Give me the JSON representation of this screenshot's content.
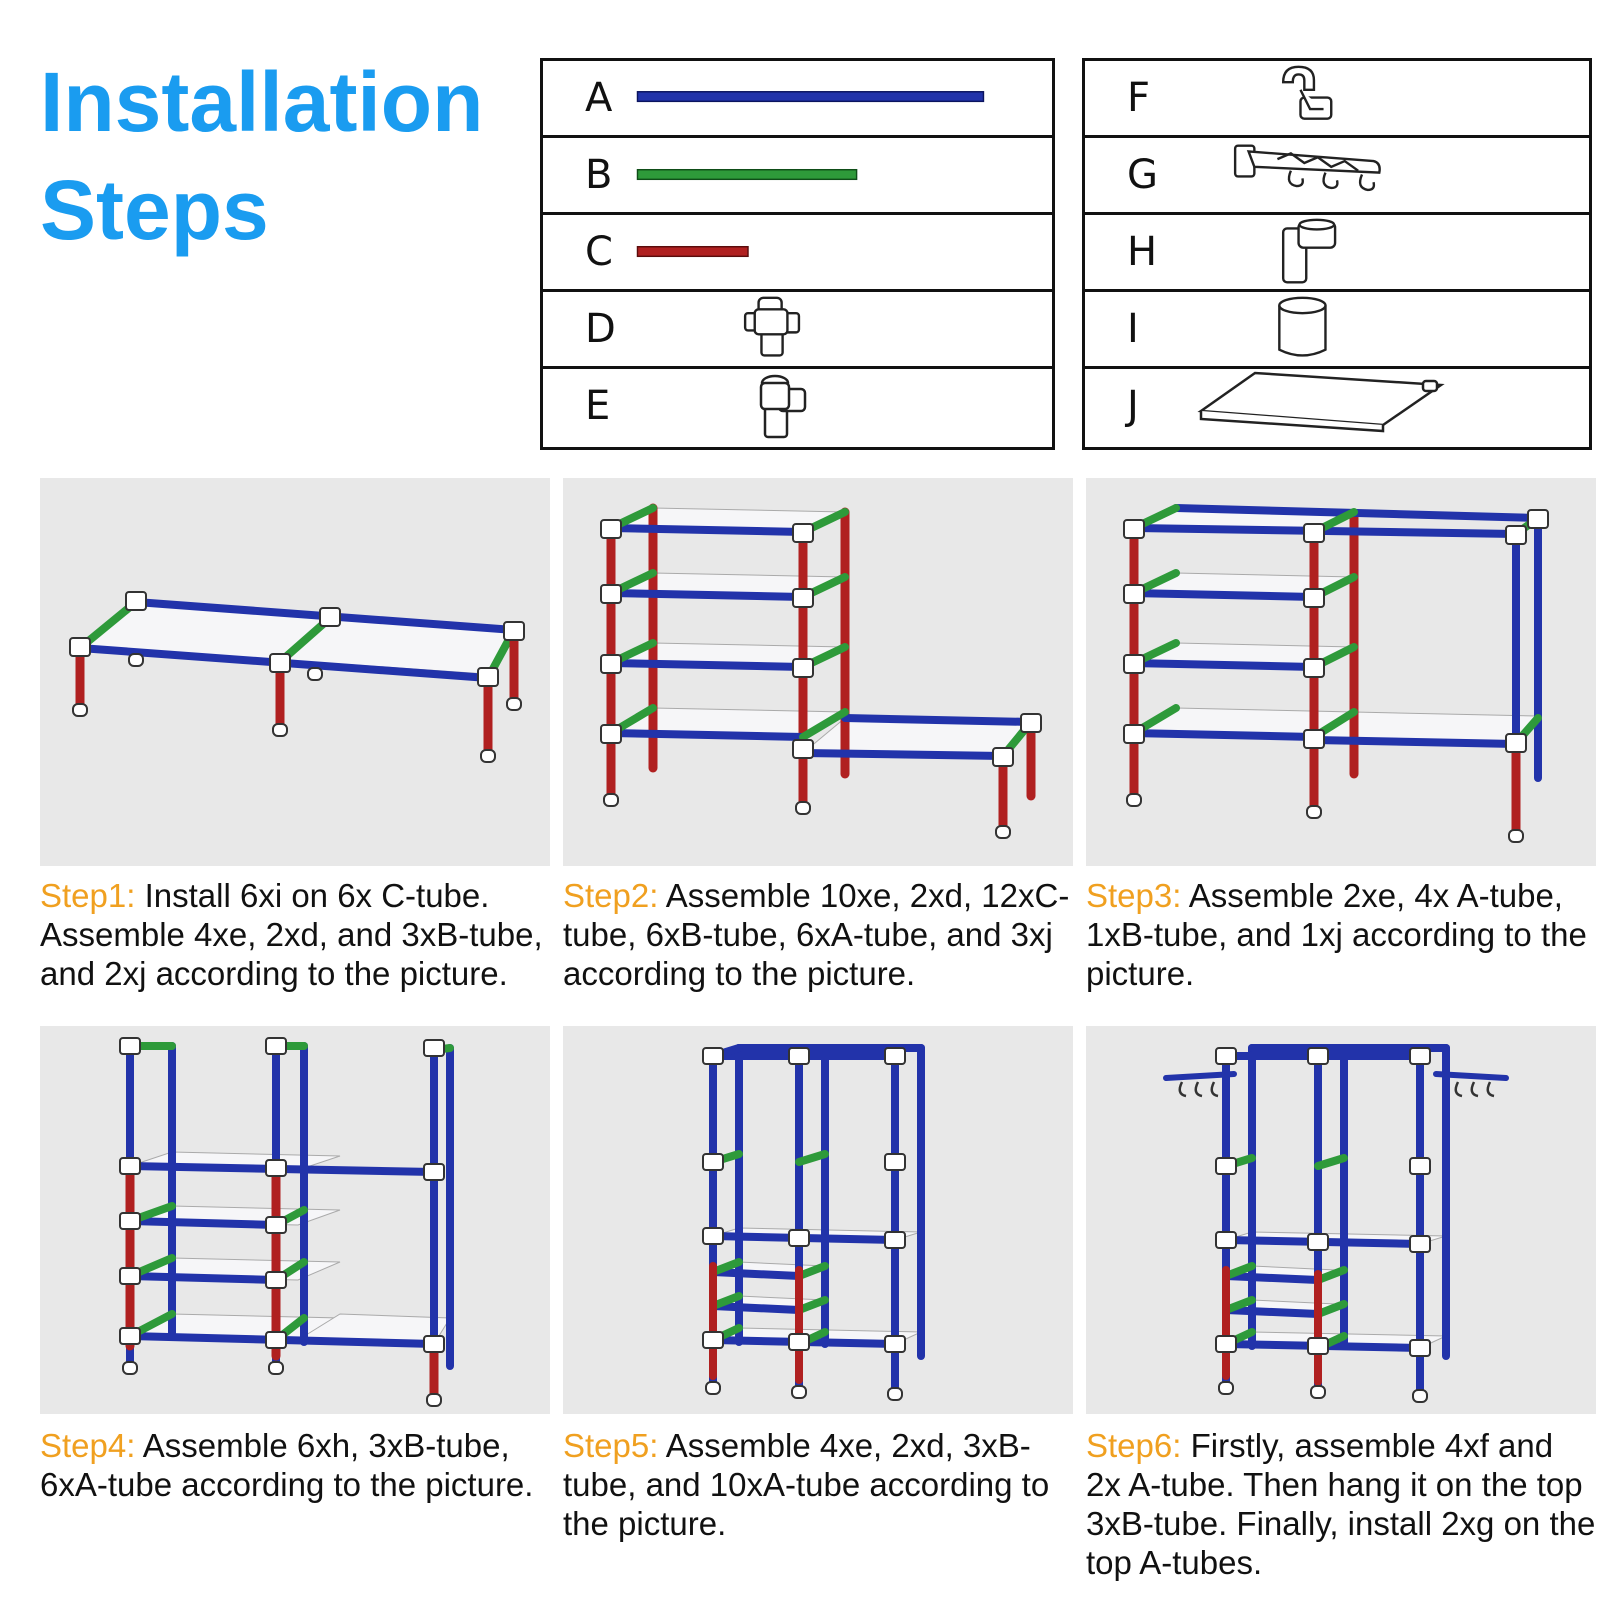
{
  "title": {
    "line1": "Installation",
    "line2": "Steps"
  },
  "colors": {
    "title": "#1a9cf0",
    "step_label": "#f0a020",
    "tube_a": "#2233aa",
    "tube_b": "#2e9a3a",
    "tube_c": "#b02020"
  },
  "parts_left": [
    {
      "letter": "A",
      "icon": "tube-a-icon"
    },
    {
      "letter": "B",
      "icon": "tube-b-icon"
    },
    {
      "letter": "C",
      "icon": "tube-c-icon"
    },
    {
      "letter": "D",
      "icon": "four-way-connector-icon"
    },
    {
      "letter": "E",
      "icon": "three-way-connector-icon"
    }
  ],
  "parts_right": [
    {
      "letter": "F",
      "icon": "hook-connector-icon"
    },
    {
      "letter": "G",
      "icon": "hanger-rack-icon"
    },
    {
      "letter": "H",
      "icon": "t-connector-icon"
    },
    {
      "letter": "I",
      "icon": "foot-cap-icon"
    },
    {
      "letter": "J",
      "icon": "shelf-panel-icon"
    }
  ],
  "steps": [
    {
      "label": "Step1:",
      "text": "Install 6xi on 6x C-tube. Assemble 4xe, 2xd, and 3xB-tube, and 2xj according to the picture."
    },
    {
      "label": "Step2:",
      "text": "Assemble 10xe, 2xd, 12xC-tube, 6xB-tube, 6xA-tube, and 3xj according to the picture."
    },
    {
      "label": "Step3:",
      "text": "Assemble 2xe, 4x A-tube, 1xB-tube, and 1xj according to the picture."
    },
    {
      "label": "Step4:",
      "text": "Assemble 6xh, 3xB-tube, 6xA-tube according to the picture."
    },
    {
      "label": "Step5:",
      "text": "Assemble 4xe, 2xd, 3xB-tube, and 10xA-tube according to the picture."
    },
    {
      "label": "Step6:",
      "text": "Firstly, assemble 4xf and 2x A-tube. Then hang it on the top 3xB-tube. Finally, install 2xg on the top A-tubes."
    }
  ]
}
